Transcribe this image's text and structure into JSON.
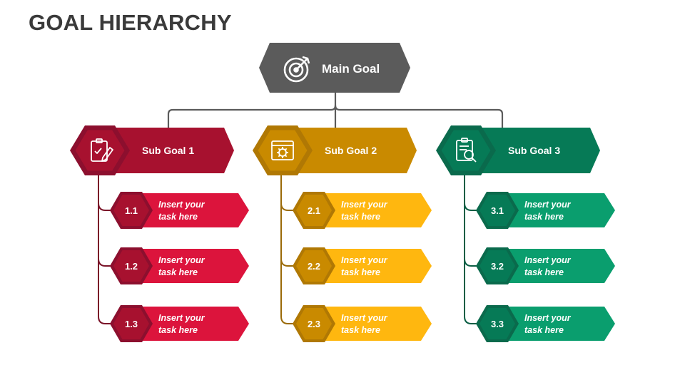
{
  "title": "GOAL HIERARCHY",
  "main_goal": {
    "label": "Main Goal",
    "icon": "target-icon"
  },
  "sub_goals": [
    {
      "label": "Sub Goal 1",
      "icon": "clipboard-pencil-icon",
      "colors": {
        "dark": "#8c0f2e",
        "mid": "#a7112f",
        "light": "#dc143c",
        "line": "#7a1328"
      },
      "tasks": [
        {
          "num": "1.1",
          "line1": "Insert your",
          "line2": "task here"
        },
        {
          "num": "1.2",
          "line1": "Insert your",
          "line2": "task here"
        },
        {
          "num": "1.3",
          "line1": "Insert your",
          "line2": "task here"
        }
      ]
    },
    {
      "label": "Sub Goal 2",
      "icon": "browser-gear-icon",
      "colors": {
        "dark": "#b07804",
        "mid": "#c98a00",
        "light": "#ffb70f",
        "line": "#9a6a08"
      },
      "tasks": [
        {
          "num": "2.1",
          "line1": "Insert your",
          "line2": "task here"
        },
        {
          "num": "2.2",
          "line1": "Insert your",
          "line2": "task here"
        },
        {
          "num": "2.3",
          "line1": "Insert your",
          "line2": "task here"
        }
      ]
    },
    {
      "label": "Sub Goal 3",
      "icon": "clipboard-search-icon",
      "colors": {
        "dark": "#0a6a4c",
        "mid": "#067a56",
        "light": "#0a9e6e",
        "line": "#0b5e44"
      },
      "tasks": [
        {
          "num": "3.1",
          "line1": "Insert your",
          "line2": "task here"
        },
        {
          "num": "3.2",
          "line1": "Insert your",
          "line2": "task here"
        },
        {
          "num": "3.3",
          "line1": "Insert your",
          "line2": "task here"
        }
      ]
    }
  ],
  "colors": {
    "main": "#5b5b5b",
    "connector": "#5b5b5b",
    "title": "#3a3a3a"
  }
}
